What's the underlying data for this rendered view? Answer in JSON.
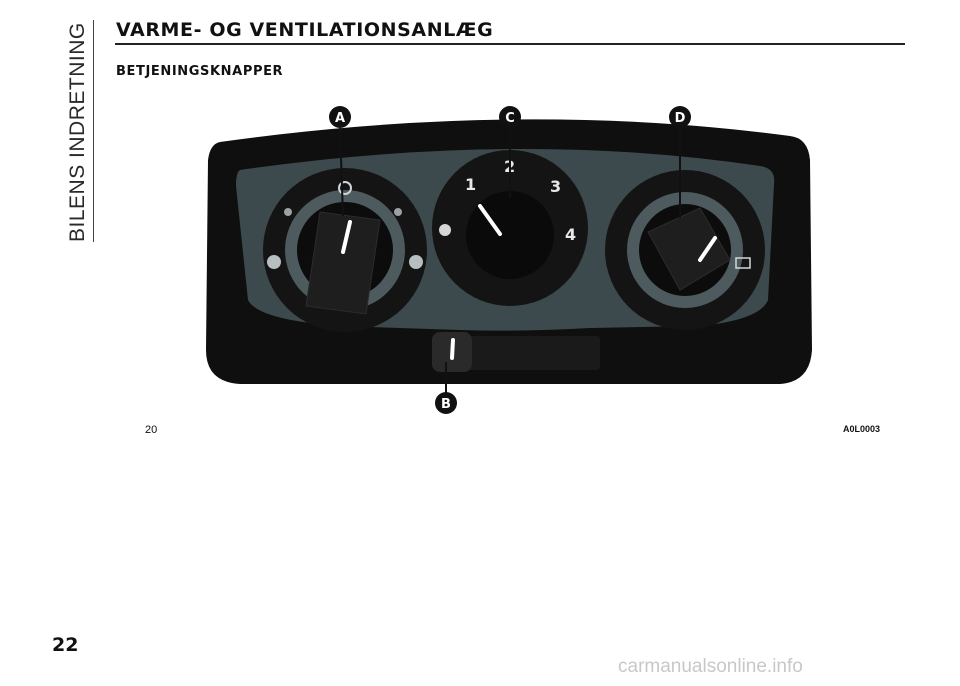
{
  "section_tab": {
    "label": "BILENS INDRETNING"
  },
  "header": {
    "title": "VARME- OG VENTILATIONSANLÆG",
    "subtitle": "BETJENINGSKNAPPER"
  },
  "figure": {
    "number": "20",
    "code": "A0L0003",
    "callouts": [
      "A",
      "B",
      "C",
      "D"
    ],
    "fan_speed_marks": [
      "1",
      "2",
      "3",
      "4"
    ],
    "colors": {
      "panel": "#0f0f0f",
      "bezel": "#3c4a4e",
      "callout": "#111111"
    }
  },
  "footer": {
    "page_number": "22",
    "watermark": "carmanualsonline.info"
  }
}
